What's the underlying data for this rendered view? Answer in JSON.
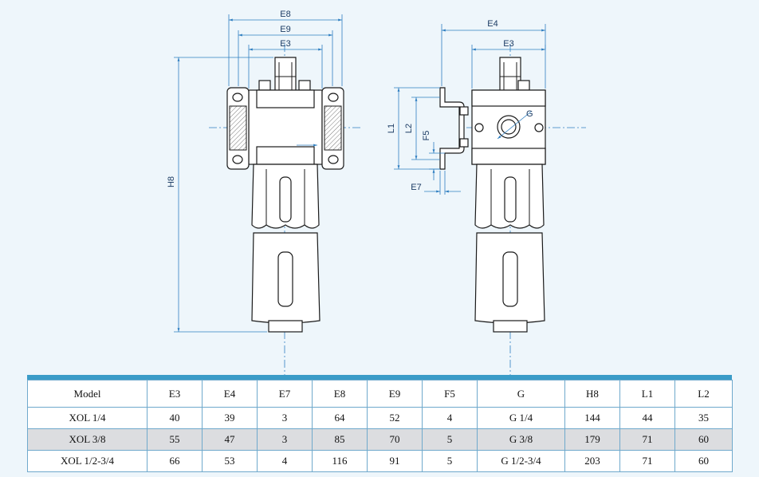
{
  "drawing": {
    "left_view": {
      "dims": [
        "E8",
        "E9",
        "E3",
        "H8"
      ]
    },
    "right_view": {
      "dims": [
        "E4",
        "E3",
        "G",
        "L1",
        "L2",
        "F5",
        "E7"
      ]
    }
  },
  "table": {
    "headers": [
      "Model",
      "E3",
      "E4",
      "E7",
      "E8",
      "E9",
      "F5",
      "G",
      "H8",
      "L1",
      "L2"
    ],
    "rows": [
      [
        "XOL 1/4",
        "40",
        "39",
        "3",
        "64",
        "52",
        "4",
        "G 1/4",
        "144",
        "44",
        "35"
      ],
      [
        "XOL 3/8",
        "55",
        "47",
        "3",
        "85",
        "70",
        "5",
        "G 3/8",
        "179",
        "71",
        "60"
      ],
      [
        "XOL 1/2-3/4",
        "66",
        "53",
        "4",
        "116",
        "91",
        "5",
        "G 1/2-3/4",
        "203",
        "71",
        "60"
      ]
    ]
  },
  "colors": {
    "background": "#eef6fb",
    "table_bar": "#3a9cc8",
    "dimension_lines": "#2f7fc1",
    "alt_row": "#dcdde0"
  }
}
